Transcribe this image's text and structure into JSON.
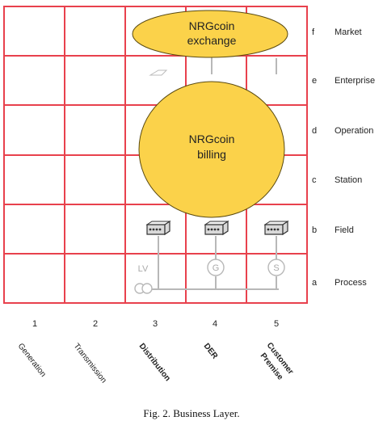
{
  "zones": [
    {
      "letter": "f",
      "label": "Market"
    },
    {
      "letter": "e",
      "label": "Enterprise"
    },
    {
      "letter": "d",
      "label": "Operation"
    },
    {
      "letter": "c",
      "label": "Station"
    },
    {
      "letter": "b",
      "label": "Field"
    },
    {
      "letter": "a",
      "label": "Process"
    }
  ],
  "domains": [
    {
      "number": "1",
      "name": "Generation",
      "name_line2": "",
      "bold": false
    },
    {
      "number": "2",
      "name": "Transmission",
      "name_line2": "",
      "bold": false
    },
    {
      "number": "3",
      "name": "Distribution",
      "name_line2": "",
      "bold": true
    },
    {
      "number": "4",
      "name": "DER",
      "name_line2": "",
      "bold": true
    },
    {
      "number": "5",
      "name": "Customer",
      "name_line2": "Premise",
      "bold": true
    }
  ],
  "bubbles": {
    "exchange": {
      "line1": "NRGcoin",
      "line2": "exchange"
    },
    "billing": {
      "line1": "NRGcoin",
      "line2": "billing"
    }
  },
  "process_nodes": {
    "lv": "LV",
    "der": "G",
    "customer": "S"
  },
  "colors": {
    "grid": "#e8414d",
    "bubble": "#fbd24a"
  },
  "icons": [
    "field-device-icon",
    "transformer-icon",
    "market-device-icon"
  ],
  "caption": "Fig. 2.  Business Layer."
}
